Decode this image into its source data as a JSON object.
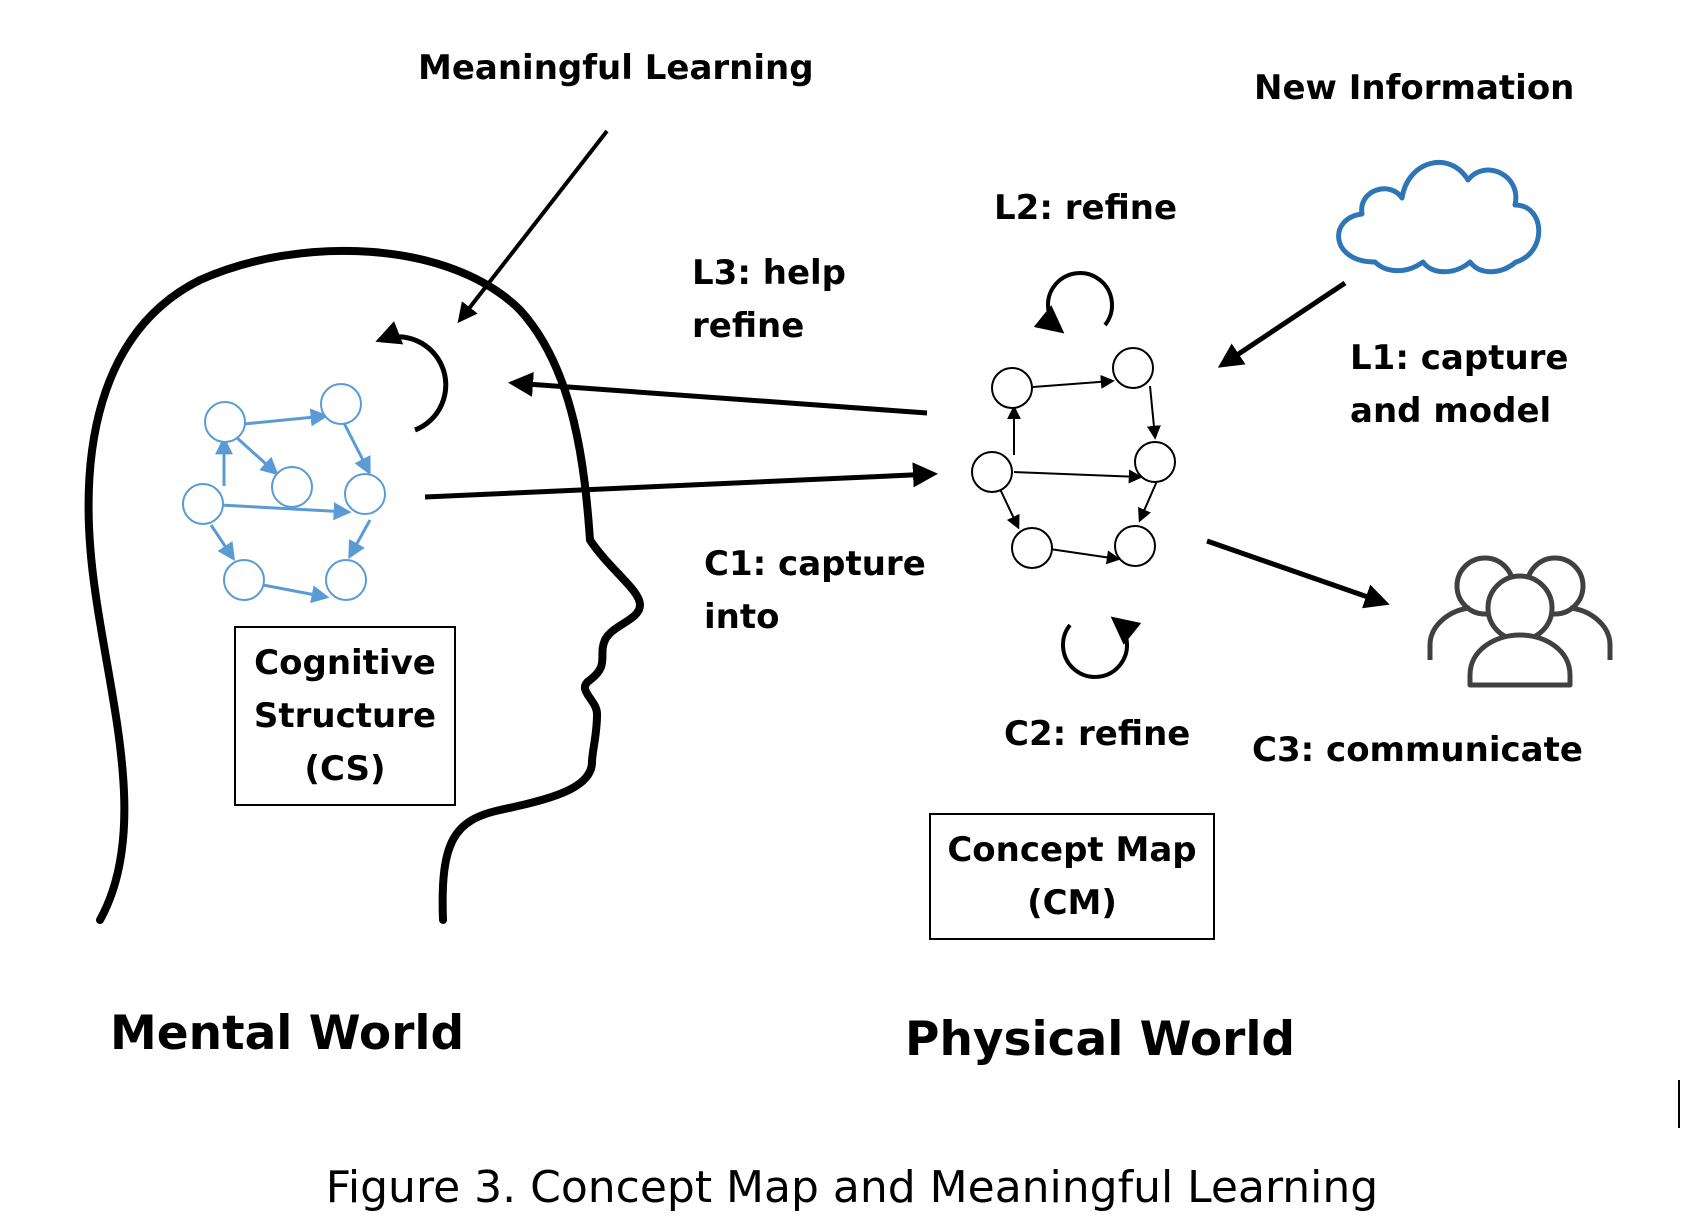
{
  "labels": {
    "meaningful_learning": "Meaningful Learning",
    "new_information": "New Information",
    "l2": "L2: refine",
    "l3_line1": "L3: help",
    "l3_line2": "refine",
    "l1_line1": "L1: capture",
    "l1_line2": "and model",
    "c1_line1": "C1: capture",
    "c1_line2": "into",
    "c2": "C2: refine",
    "c3": "C3: communicate"
  },
  "cs_box": {
    "line1": "Cognitive",
    "line2": "Structure",
    "line3": "(CS)"
  },
  "cm_box": {
    "line1": "Concept Map",
    "line2": "(CM)"
  },
  "worlds": {
    "mental": "Mental World",
    "physical": "Physical World"
  },
  "caption": "Figure 3. Concept Map and Meaningful Learning",
  "colors": {
    "ink": "#000000",
    "cs_network": "#5B9BD5",
    "cloud": "#2E75B6",
    "people": "#404040"
  },
  "icons": {
    "cloud": "cloud-icon",
    "people": "people-group-icon",
    "head": "head-silhouette-icon"
  }
}
